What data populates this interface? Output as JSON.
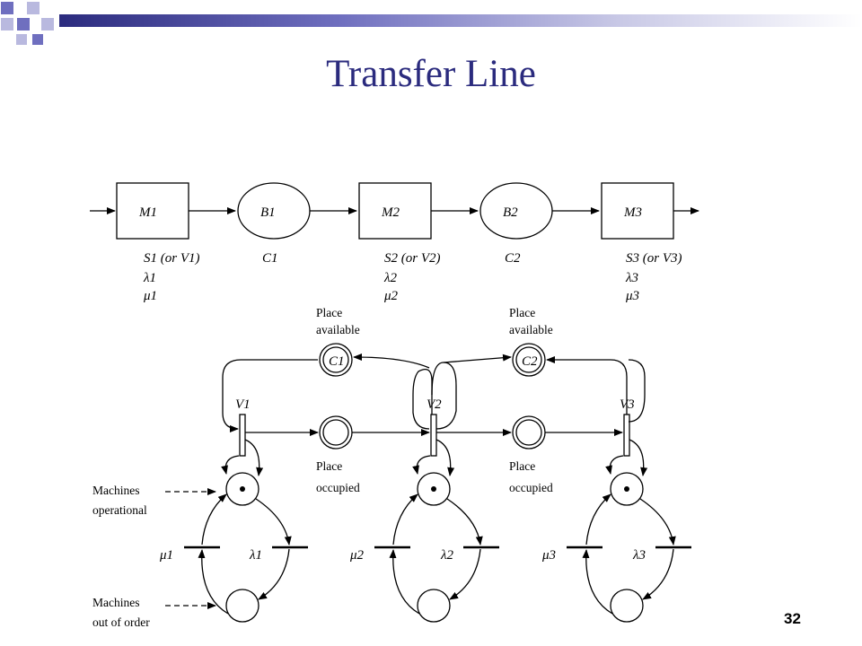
{
  "slide": {
    "title": "Transfer Line",
    "number": "32",
    "accent_colors": [
      "#2b2b7e",
      "#6f6fbf",
      "#b9b9df"
    ]
  },
  "line_diagram": {
    "machines": [
      {
        "label": "M1",
        "params": [
          "S1 (or V1)",
          "λ1",
          "μ1"
        ]
      },
      {
        "label": "M2",
        "params": [
          "S2 (or V2)",
          "λ2",
          "μ2"
        ]
      },
      {
        "label": "M3",
        "params": [
          "S3 (or V3)",
          "λ3",
          "μ3"
        ]
      }
    ],
    "buffers": [
      {
        "label": "B1",
        "capacity": "C1"
      },
      {
        "label": "B2",
        "capacity": "C2"
      }
    ]
  },
  "petri_net": {
    "capacity_places": [
      "C1",
      "C2"
    ],
    "transitions": [
      "V1",
      "V2",
      "V3"
    ],
    "place_available_label": [
      "Place",
      "available"
    ],
    "place_occupied_label": [
      "Place",
      "occupied"
    ],
    "machines_operational_label": [
      "Machines",
      "operational"
    ],
    "machines_out_of_order_label": [
      "Machines",
      "out of order"
    ],
    "repair_rates": [
      "μ1",
      "μ2",
      "μ3"
    ],
    "failure_rates": [
      "λ1",
      "λ2",
      "λ3"
    ]
  }
}
